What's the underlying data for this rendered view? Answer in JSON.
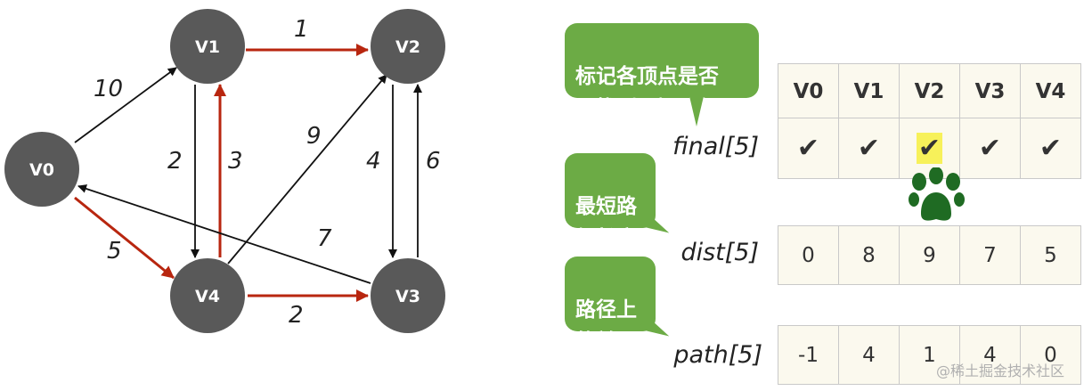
{
  "graph": {
    "nodes": [
      "V0",
      "V1",
      "V2",
      "V3",
      "V4"
    ],
    "edges": [
      {
        "from": "V0",
        "to": "V1",
        "weight": "10",
        "highlight": false
      },
      {
        "from": "V1",
        "to": "V2",
        "weight": "1",
        "highlight": true
      },
      {
        "from": "V1",
        "to": "V4",
        "weight": "2",
        "highlight": false
      },
      {
        "from": "V4",
        "to": "V1",
        "weight": "3",
        "highlight": true
      },
      {
        "from": "V4",
        "to": "V2",
        "weight": "9",
        "highlight": false
      },
      {
        "from": "V2",
        "to": "V3",
        "weight": "4",
        "highlight": false
      },
      {
        "from": "V3",
        "to": "V2",
        "weight": "6",
        "highlight": false
      },
      {
        "from": "V3",
        "to": "V0",
        "weight": "7",
        "highlight": false
      },
      {
        "from": "V0",
        "to": "V4",
        "weight": "5",
        "highlight": true
      },
      {
        "from": "V4",
        "to": "V3",
        "weight": "2",
        "highlight": true
      }
    ]
  },
  "bubbles": {
    "final_note": "标记各顶点是否\n已找到最短路径",
    "dist_note": "最短路\n径长度",
    "path_note": "路径上\n的前驱"
  },
  "table": {
    "headers": [
      "V0",
      "V1",
      "V2",
      "V3",
      "V4"
    ],
    "final_label": "final[5]",
    "final_values": [
      "✔",
      "✔",
      "✔",
      "✔",
      "✔"
    ],
    "dist_label": "dist[5]",
    "dist_values": [
      "0",
      "8",
      "9",
      "7",
      "5"
    ],
    "path_label": "path[5]",
    "path_values": [
      "-1",
      "4",
      "1",
      "4",
      "0"
    ]
  },
  "watermark": "@稀土掘金技术社区",
  "colors": {
    "node": "#595959",
    "edge": "#111111",
    "highlight_edge": "#b8260f",
    "bubble": "#6cab45",
    "header": "#f39400",
    "cell": "#fbf9ee",
    "checkmark_highlight": "#f7f15a",
    "paw": "#1f6b23"
  }
}
